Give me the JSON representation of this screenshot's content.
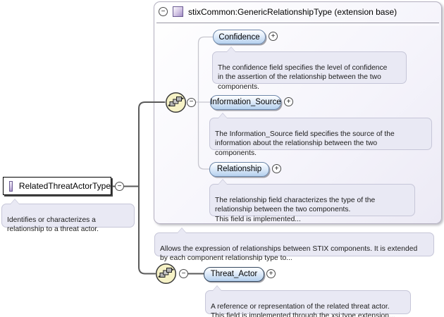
{
  "colors": {
    "bubble_border": "#6e88aa",
    "bubble_fill": "#b5d0ee",
    "tooltip_bg": "#e9e9f4",
    "tooltip_border": "#c6c6d8",
    "container_border": "#b4b0c0",
    "purple_icon": "#a18cc4",
    "sequence_fill": "#f6f2c6",
    "connector_dark": "#5a5a5a",
    "connector_light": "#c6c6ce"
  },
  "icons": {
    "collapse": "−",
    "expand": "+"
  },
  "root": {
    "label": "RelatedThreatActorType",
    "tooltip": "Identifies or characterizes a\nrelationship to a threat actor."
  },
  "extension": {
    "header": "stixCommon:GenericRelationshipType (extension base)",
    "tooltip": "Allows the expression of relationships between STIX components. It is extended\nby each component relationship type to...",
    "children": [
      {
        "label": "Confidence",
        "tooltip": "The confidence field specifies the level of confidence\nin the assertion of the relationship between the two\ncomponents."
      },
      {
        "label": "Information_Source",
        "tooltip": "The Information_Source field specifies the source of the\ninformation about the relationship between the two\ncomponents."
      },
      {
        "label": "Relationship",
        "tooltip": "The relationship field characterizes the type of the\nrelationship between the two components.\nThis field is implemented..."
      }
    ]
  },
  "sequence": {
    "children": [
      {
        "label": "Threat_Actor",
        "tooltip": "A reference or representation of the related threat actor.\nThis field is implemented through the xsi:type extension..."
      }
    ]
  }
}
